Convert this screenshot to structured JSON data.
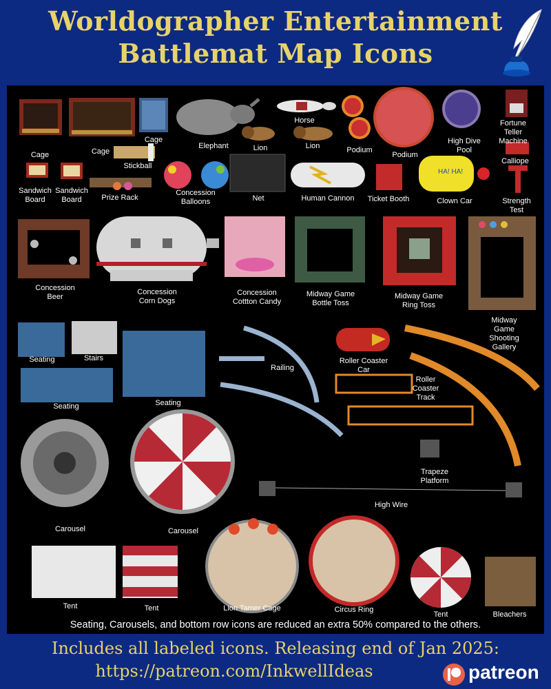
{
  "header": {
    "line1": "Worldographer Entertainment",
    "line2": "Battlemat Map Icons"
  },
  "labels": {
    "cage1": "Cage",
    "cage2": "Cage",
    "cage3": "Cage",
    "elephant": "Elephant",
    "horse": "Horse",
    "lion1": "Lion",
    "lion2": "Lion",
    "podium1": "Podium",
    "podium2": "Podium",
    "high_dive_pool": "High Dive\nPool",
    "fortune_teller": "Fortune Teller\nMachine",
    "stickball": "Stickball",
    "sandwich_board1": "Sandwich\nBoard",
    "sandwich_board2": "Sandwich\nBoard",
    "prize_rack": "Prize Rack",
    "concession_balloons": "Concession\nBalloons",
    "net": "Net",
    "human_cannon": "Human Cannon",
    "ticket_booth": "Ticket Booth",
    "clown_car": "Clown Car",
    "calliope": "Calliope",
    "strength_test": "Strength Test",
    "concession_beer": "Concession\nBeer",
    "concession_corn_dogs": "Concession\nCorn Dogs",
    "concession_cotton_candy": "Concession\nCottton Candy",
    "bottle_toss": "Midway Game\nBottle Toss",
    "ring_toss": "Midway Game\nRing Toss",
    "shooting_gallery": "Midway Game\nShooting Gallery",
    "seating1": "Seating",
    "stairs": "Stairs",
    "seating2": "Seating",
    "seating3": "Seating",
    "railing": "Railing",
    "roller_coaster_car": "Roller Coaster\nCar",
    "roller_coaster_track": "Roller\nCoaster\nTrack",
    "trapeze_platform": "Trapeze\nPlatform",
    "high_wire": "High Wire",
    "carousel1": "Carousel",
    "carousel2": "Carousel",
    "tent1": "Tent",
    "tent2": "Tent",
    "lion_tamer_cage": "Lion Tamer Cage",
    "circus_ring": "Circus Ring",
    "tent3": "Tent",
    "bleachers": "Bleachers"
  },
  "clown_car_text": "HA! HA!",
  "note": "Seating, Carousels, and bottom row icons are reduced an extra 50% compared to the others.",
  "footer": {
    "line1": "Includes all labeled icons. Releasing end of Jan 2025:",
    "line2": "https://patreon.com/InkwellIdeas"
  },
  "patreon_logo": "patreon",
  "icons": [
    "quill-inkwell-icon",
    "patreon-logo-icon"
  ],
  "colors": {
    "background": "#0d2a82",
    "title": "#e6d36a",
    "panel": "#000000",
    "label": "#ffffff"
  }
}
